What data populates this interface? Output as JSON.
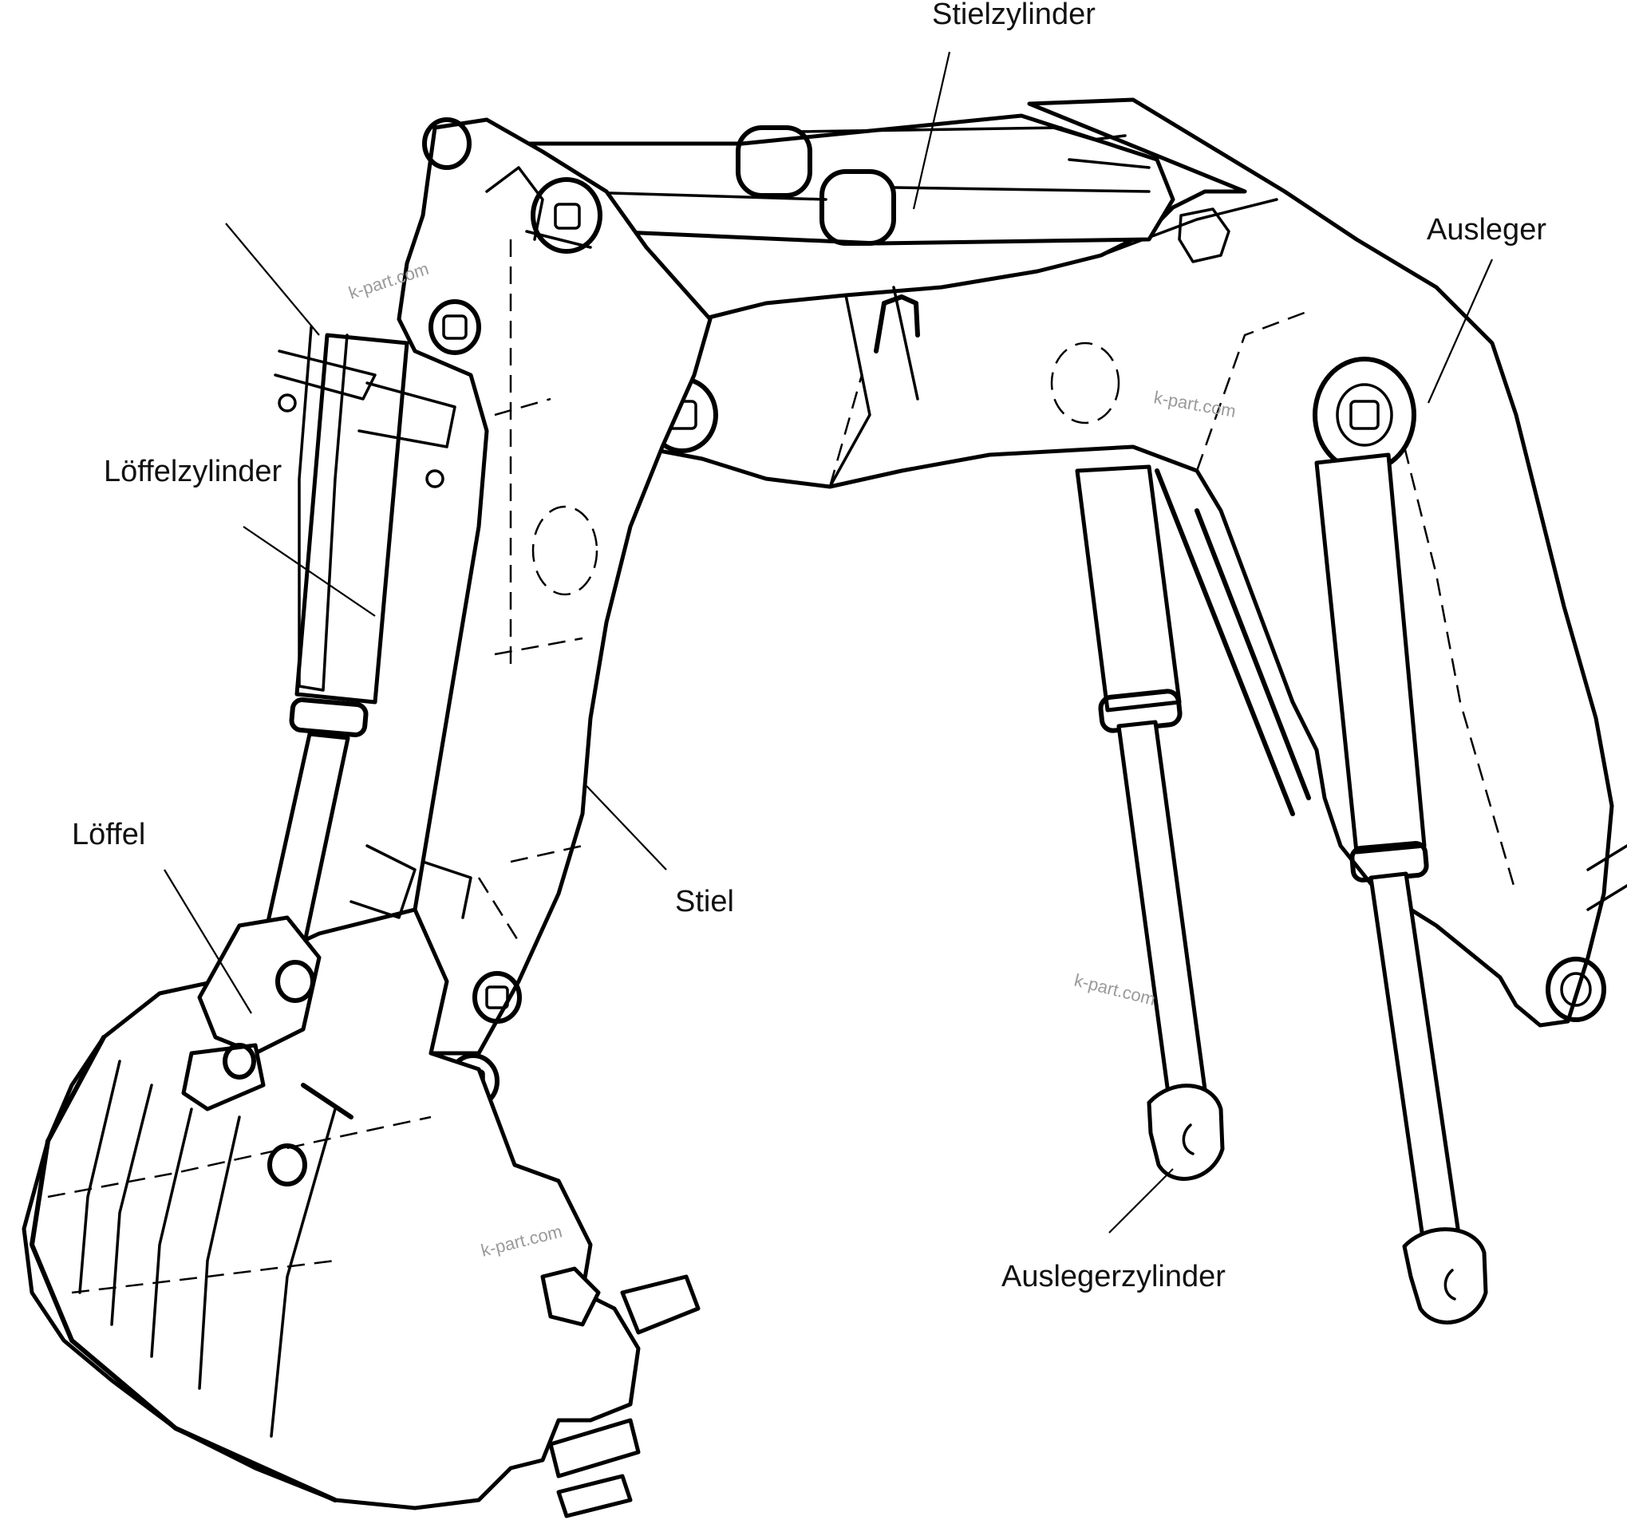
{
  "labels": {
    "stielzylinder": "Stielzylinder",
    "ausleger": "Ausleger",
    "loeffelzylinder": "Löffelzylinder",
    "loeffel": "Löffel",
    "stiel": "Stiel",
    "auslegerzylinder": "Auslegerzylinder"
  },
  "watermark": "k-part.com"
}
